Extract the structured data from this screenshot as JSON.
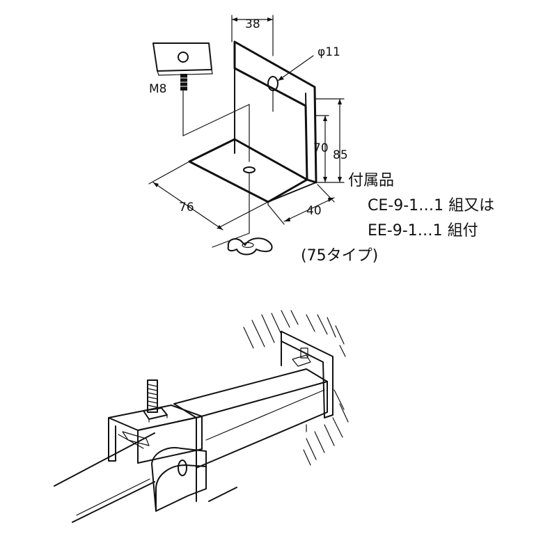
{
  "dimensions": {
    "top_width": "38",
    "hole_diameter": "φ11",
    "bolt": "M8",
    "inner_height": "70",
    "outer_height": "85",
    "base_length": "76",
    "base_depth": "40"
  },
  "accessories": {
    "heading": "付属品",
    "line1": "CE-9-1…1 組又は",
    "line2": "EE-9-1…1 組付",
    "line3": "(75タイプ)"
  }
}
